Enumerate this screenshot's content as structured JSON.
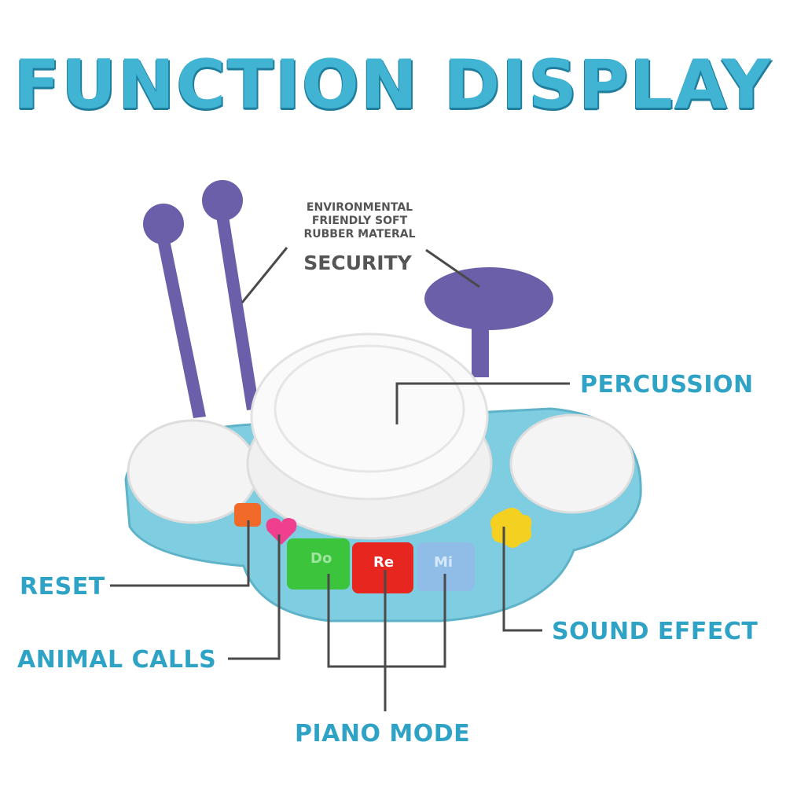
{
  "title": "FUNCTION DISPLAY",
  "material_note": [
    "ENVIRONMENTAL",
    "FRIENDLY SOFT",
    "RUBBER MATERAL"
  ],
  "security": "SECURITY",
  "labels": {
    "percussion": "PERCUSSION",
    "reset": "RESET",
    "animal_calls": "ANIMAL CALLS",
    "sound_effect": "SOUND EFFECT",
    "piano_mode": "PIANO MODE"
  },
  "keys": [
    "Do",
    "Re",
    "Mi"
  ],
  "colors": {
    "accent": "#41b3d3",
    "toy_base": "#7fcde0",
    "mallet": "#6a5fa8"
  }
}
